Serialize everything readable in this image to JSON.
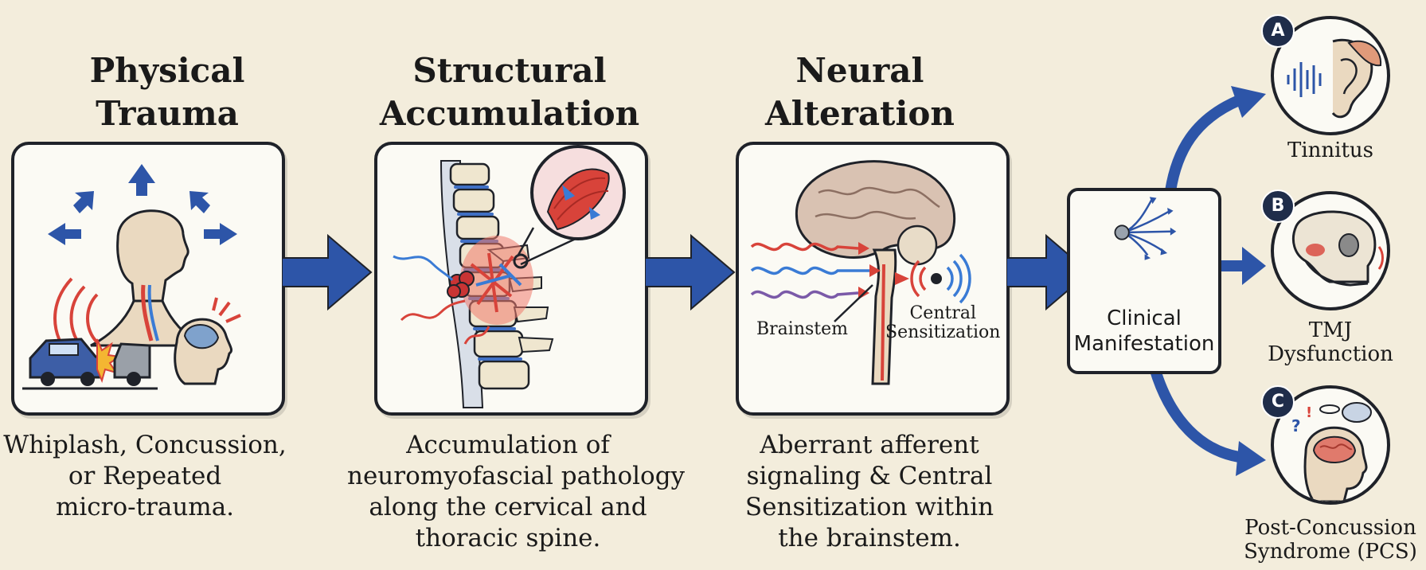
{
  "stages": [
    {
      "title_lines": [
        "Physical",
        "Trauma"
      ],
      "caption_lines": [
        "Whiplash, Concussion,",
        "or Repeated",
        "micro-trauma."
      ]
    },
    {
      "title_lines": [
        "Structural",
        "Accumulation"
      ],
      "caption_lines": [
        "Accumulation of",
        "neuromyofascial pathology",
        "along the cervical and",
        "thoracic spine."
      ]
    },
    {
      "title_lines": [
        "Neural",
        "Alteration"
      ],
      "caption_lines": [
        "Aberrant afferent",
        "signaling & Central",
        "Sensitization within",
        "the brainstem."
      ],
      "labels": {
        "brainstem": "Brainstem",
        "sensitization_lines": [
          "Central",
          "Sensitization"
        ]
      }
    }
  ],
  "clinical": {
    "lines": [
      "Clinical",
      "Manifestation"
    ]
  },
  "outcomes": [
    {
      "badge": "A",
      "label_lines": [
        "Tinnitus"
      ],
      "icon": "ear-icon"
    },
    {
      "badge": "B",
      "label_lines": [
        "TMJ",
        "Dysfunction"
      ],
      "icon": "skull-jaw-icon"
    },
    {
      "badge": "C",
      "label_lines": [
        "Post-Concussion",
        "Syndrome (PCS)"
      ],
      "icon": "head-brain-icon"
    }
  ],
  "colors": {
    "arrow": "#2d55a8",
    "outline": "#1f2229",
    "background": "#f3eddc",
    "panel": "#fbfaf4",
    "red": "#d8433a",
    "blue": "#3a7bd5",
    "skin": "#ead9c0"
  }
}
